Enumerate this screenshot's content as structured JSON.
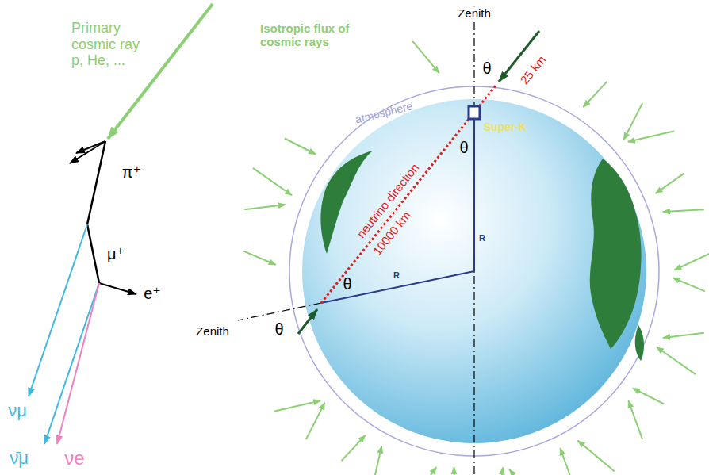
{
  "diagram": {
    "labels": [
      "Primary cosmic ray p, He, ...",
      "π⁺",
      "μ⁺",
      "e⁺",
      "νμ",
      "ν̄μ",
      "νe",
      "Isotropic flux of cosmic rays",
      "Zenith",
      "θ",
      "25 km",
      "atmosphere",
      "Super-K",
      "θ",
      "neutrino direction",
      "10000 km",
      "R",
      "θ",
      "R",
      "Zenith",
      "θ"
    ]
  }
}
